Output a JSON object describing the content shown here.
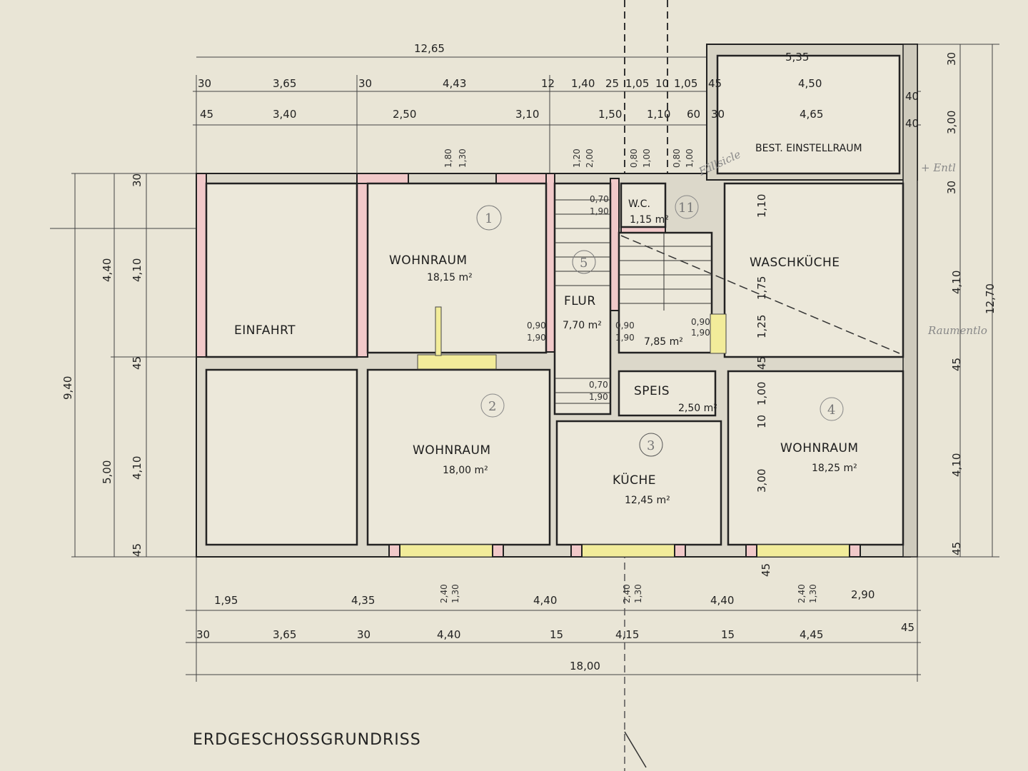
{
  "title": "ERDGESCHOSSGRUNDRISS",
  "colors": {
    "paper": "#e9e5d6",
    "wall_new": "#f1c9c9",
    "window": "#f2ec9a",
    "ink": "#222222"
  },
  "rooms": {
    "einfahrt": {
      "label": "EINFAHRT"
    },
    "wohnraum1": {
      "label": "WOHNRAUM",
      "area": "18,15 m²",
      "number": "1"
    },
    "flur": {
      "label": "FLUR",
      "area": "7,70 m²",
      "number": "5"
    },
    "wc": {
      "label": "W.C.",
      "area": "1,15 m²"
    },
    "stair_hall": {
      "area": "7,85 m²",
      "number": "11"
    },
    "waschkueche": {
      "label": "WASCHKÜCHE"
    },
    "einstellraum": {
      "label": "BEST. EINSTELLRAUM"
    },
    "wohnraum2": {
      "label": "WOHNRAUM",
      "area": "18,00 m²",
      "number": "2"
    },
    "speis": {
      "label": "SPEIS",
      "area": "2,50 m²"
    },
    "kueche": {
      "label": "KÜCHE",
      "area": "12,45 m²",
      "number": "3"
    },
    "wohnraum4": {
      "label": "WOHNRAUM",
      "area": "18,25 m²",
      "number": "4"
    }
  },
  "dims": {
    "top_total": "12,65",
    "top_row1": [
      "30",
      "3,65",
      "30",
      "4,43",
      "12",
      "1,40",
      "25",
      "1,05",
      "10",
      "1,05",
      "45",
      "4,50"
    ],
    "top_row2": [
      "45",
      "3,40",
      "2,50",
      "3,10",
      "1,50",
      "1,10",
      "60",
      "30",
      "4,65"
    ],
    "annex_width": "5,35",
    "openings_top": [
      "1,80",
      "1,30",
      "1,20",
      "2,00",
      "0,80",
      "1,00",
      "0,80",
      "1,00"
    ],
    "left": [
      "30",
      "4,40",
      "4,10",
      "45",
      "9,40",
      "5,00",
      "4,10",
      "45"
    ],
    "right": [
      "30",
      "3,00",
      "40",
      "40",
      "30",
      "4,10",
      "12,70",
      "45",
      "4,10",
      "45"
    ],
    "inner_right": [
      "1,10",
      "1,75",
      "1,25",
      "45",
      "1,00",
      "10",
      "3,00",
      "45"
    ],
    "doors": [
      "0,70",
      "1,90",
      "0,90",
      "1,90",
      "0,90",
      "1,90",
      "0,90",
      "1,90",
      "0,70",
      "1,90"
    ],
    "bottom_row1": [
      "1,95",
      "4,35",
      "4,40",
      "4,40",
      "2,90"
    ],
    "openings_bottom": [
      "2,40",
      "1,30",
      "2,40",
      "1,30",
      "2,40",
      "1,30"
    ],
    "bottom_row2": [
      "30",
      "3,65",
      "30",
      "4,40",
      "15",
      "4,15",
      "15",
      "4,45",
      "45"
    ],
    "bottom_total": "18,00"
  },
  "pencil_notes": [
    "Fällsicle",
    "+ Entl",
    "Raumentlo"
  ]
}
